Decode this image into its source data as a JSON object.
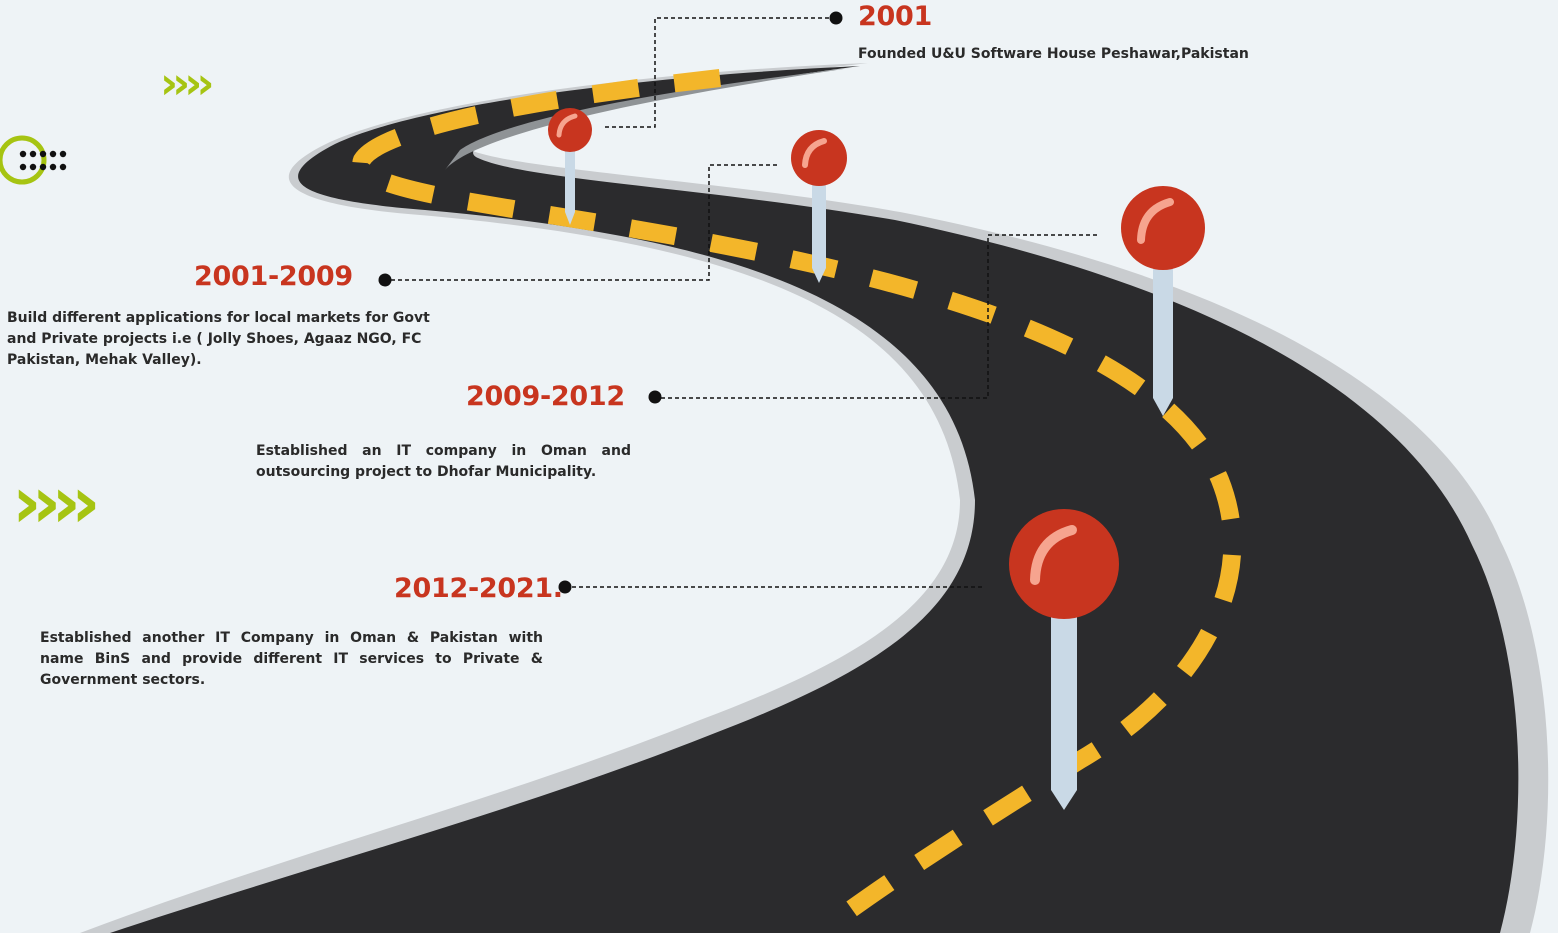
{
  "colors": {
    "background": "#eef3f6",
    "road": "#2b2b2d",
    "road_edge": "#c9cccf",
    "lane_marking": "#f3b62a",
    "pin_head": "#c8351f",
    "pin_needle": "#c9d9e6",
    "year_text": "#c8351f",
    "accent": "#a6c412"
  },
  "decor": {
    "chevrons_small": "››››",
    "chevrons_large": "››››",
    "dots_icon": "dots-circle-icon",
    "pin_icon": "map-pin-icon"
  },
  "milestones": [
    {
      "year": "2001",
      "description": "Founded U&U Software House Peshawar,Pakistan"
    },
    {
      "year": "2001-2009",
      "description": "Build different applications for local markets for Govt and Private projects i.e ( Jolly Shoes, Agaaz NGO, FC Pakistan, Mehak Valley)."
    },
    {
      "year": "2009-2012",
      "description": "Established an IT company in Oman and outsourcing project to Dhofar Municipality."
    },
    {
      "year": "2012-2021.",
      "description": "Established another IT Company in Oman & Pakistan with name BinS and provide different IT services to Private & Government sectors."
    }
  ]
}
